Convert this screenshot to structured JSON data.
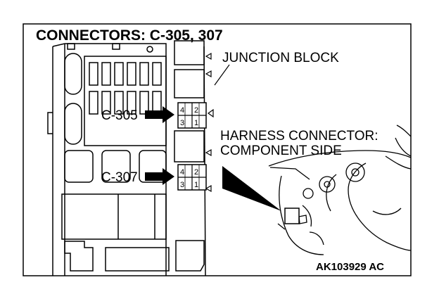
{
  "title": "CONNECTORS: C-305, 307",
  "labels": {
    "junction_block": "JUNCTION BLOCK",
    "c305": "C-305",
    "c307": "C-307",
    "harness_line1": "HARNESS CONNECTOR:",
    "harness_line2": "COMPONENT SIDE"
  },
  "connector_pins": {
    "c305": {
      "top_left": "4",
      "top_right": "2",
      "bottom_left": "3",
      "bottom_right": "1"
    },
    "c307": {
      "top_left": "4",
      "top_right": "2",
      "bottom_left": "3",
      "bottom_right": "1"
    }
  },
  "figure_code": "AK103929 AC"
}
